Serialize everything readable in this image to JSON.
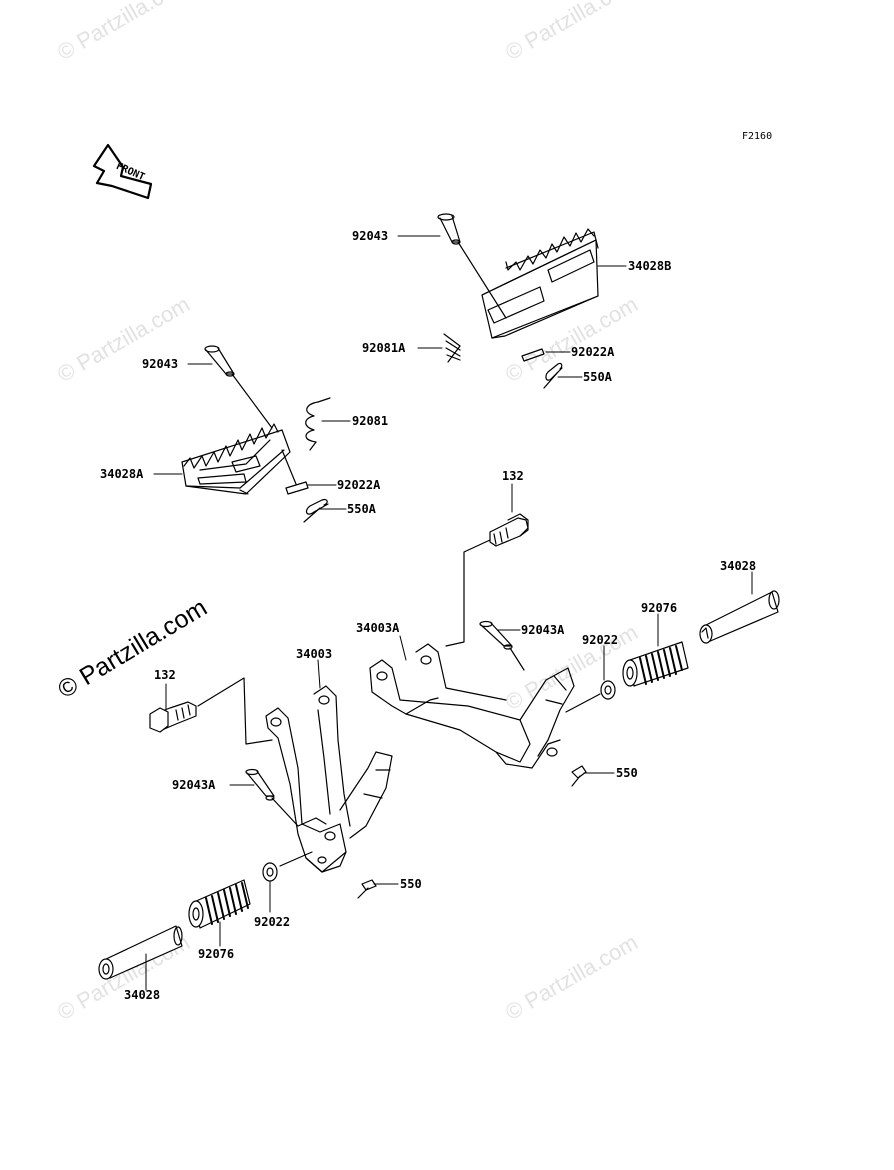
{
  "diagram": {
    "code": "F2160",
    "front_arrow_label": "FRONT",
    "watermark_small": "© Partzilla.com",
    "watermark_big": "© Partzilla.com",
    "labels": {
      "p92043_right": "92043",
      "p34028B": "34028B",
      "p92081A": "92081A",
      "p92022A_right": "92022A",
      "p550A_right": "550A",
      "p92043_left": "92043",
      "p92081": "92081",
      "p34028A": "34028A",
      "p92022A_left": "92022A",
      "p550A_left": "550A",
      "p132_right": "132",
      "p34028_right": "34028",
      "p34003A": "34003A",
      "p92043A_right": "92043A",
      "p92022_right": "92022",
      "p92076_right": "92076",
      "p550_right": "550",
      "p34003": "34003",
      "p132_left": "132",
      "p92043A_left": "92043A",
      "p550_left": "550",
      "p92022_left": "92022",
      "p92076_left": "92076",
      "p34028_left": "34028"
    }
  }
}
